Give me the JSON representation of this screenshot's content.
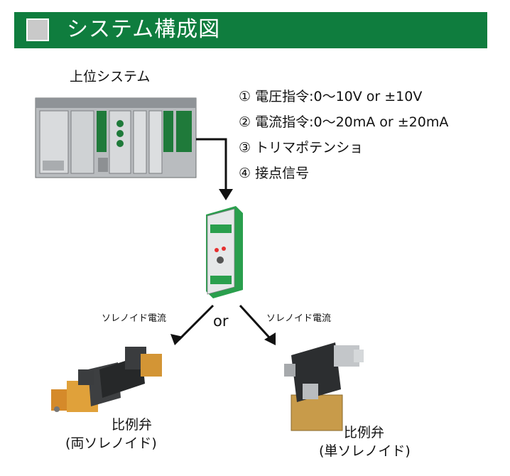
{
  "header": {
    "title": "システム構成図"
  },
  "host_system": {
    "label": "上位システム"
  },
  "signals": [
    "① 電圧指令:0〜10V or ±10V",
    "② 電流指令:0〜20mA or ±20mA",
    "③ トリマポテンショ",
    "④ 接点信号"
  ],
  "branch": {
    "left_label": "ソレノイド電流",
    "or_label": "or",
    "right_label": "ソレノイド電流"
  },
  "valves": {
    "left": {
      "name": "比例弁",
      "type": "(両ソレノイド)"
    },
    "right": {
      "name": "比例弁",
      "type": "(単ソレノイド)"
    }
  }
}
